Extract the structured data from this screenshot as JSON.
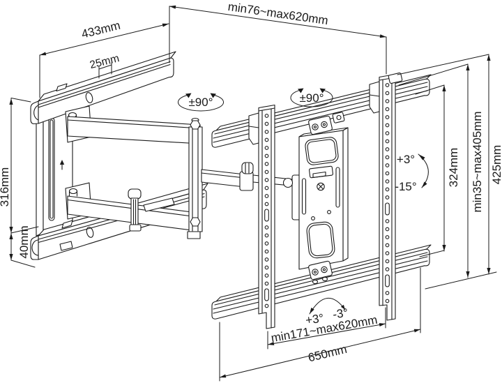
{
  "figure_type": "tv-wall-mount-technical-drawing",
  "colors": {
    "line": "#1a1a1a",
    "background": "#ffffff"
  },
  "labels": {
    "top_range": "min76~max620mm",
    "arm_length": "433mm",
    "hole_pitch": "25mm",
    "plate_height": "316mm",
    "rail_height": "40mm",
    "swivel_left": "±90°",
    "swivel_right": "±90°",
    "tilt_up": "+3°",
    "tilt_down": "-15°",
    "inner_height": "324mm",
    "vesa_range": "min35~max405mm",
    "total_height": "425mm",
    "bottom_range": "min171~max620mm",
    "total_width": "650mm",
    "level_plus": "+3°",
    "level_minus": "-3°"
  }
}
